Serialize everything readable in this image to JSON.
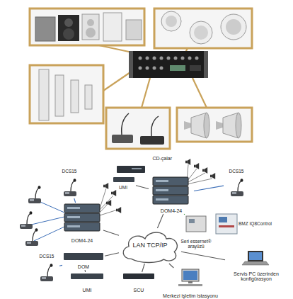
{
  "diagram": {
    "nodes": [
      {
        "text": [
          "CD-çalar"
        ]
      },
      {
        "text": [
          "DCS15"
        ]
      },
      {
        "text": [
          "UMI"
        ]
      },
      {
        "text": [
          "DCS15"
        ]
      },
      {
        "text": [
          "DOM4-24"
        ]
      },
      {
        "text": [
          "DOM4-24"
        ]
      },
      {
        "text": [
          "Seri essernet® arayüzü"
        ]
      },
      {
        "text": [
          "BMZ IQ8Control"
        ]
      },
      {
        "text": [
          "LAN TCP/IP"
        ]
      },
      {
        "text": [
          "DCS15"
        ]
      },
      {
        "text": [
          "DOM"
        ]
      },
      {
        "text": [
          "Servis PC üzerinden konfigürasyon"
        ]
      },
      {
        "text": [
          "UMI"
        ]
      },
      {
        "text": [
          "SCU"
        ]
      },
      {
        "text": [
          "Merkezi işletim istasyonu"
        ]
      }
    ],
    "edges": [
      {
        "from": 1,
        "to": 5,
        "arrow": "none"
      },
      {
        "from": 5,
        "to": 8,
        "arrow": "none"
      },
      {
        "from": 0,
        "to": 2,
        "arrow": "none"
      },
      {
        "from": 2,
        "to": 4,
        "arrow": "none"
      },
      {
        "from": 3,
        "to": 4,
        "arrow": "none"
      },
      {
        "from": 4,
        "to": 8,
        "arrow": "none"
      },
      {
        "from": 4,
        "to": 6,
        "arrow": "none"
      },
      {
        "from": 6,
        "to": 7,
        "arrow": "none"
      },
      {
        "from": 10,
        "to": 8,
        "arrow": "none"
      },
      {
        "from": 9,
        "to": 10,
        "arrow": "none"
      },
      {
        "from": 12,
        "to": 10,
        "arrow": "none"
      },
      {
        "from": 13,
        "to": 8,
        "arrow": "none"
      },
      {
        "from": 8,
        "to": 14,
        "arrow": "none"
      },
      {
        "from": 8,
        "to": 11,
        "arrow": "none"
      }
    ]
  }
}
